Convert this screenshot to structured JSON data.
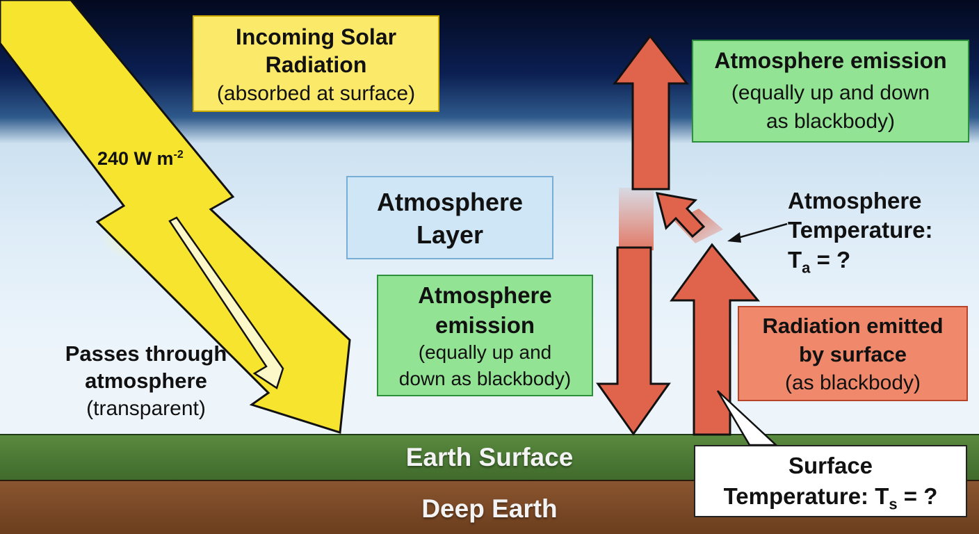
{
  "colors": {
    "solar_arrow": "#f7e42e",
    "radiation_arrow": "#e0634b",
    "earth_surface": "#4a7a34",
    "deep_earth": "#7a4a26",
    "sky_top": "#04102a"
  },
  "solar": {
    "title_line1": "Incoming Solar",
    "title_line2": "Radiation",
    "subtitle": "(absorbed at surface)",
    "flux_value": "240 W m",
    "flux_exponent": "-2"
  },
  "pass_through": {
    "line1": "Passes through",
    "line2": "atmosphere",
    "line3": "(transparent)"
  },
  "atmosphere_layer": {
    "line1": "Atmosphere",
    "line2": "Layer"
  },
  "atm_emission_lower": {
    "line1": "Atmosphere",
    "line2": "emission",
    "line3": "(equally up and",
    "line4": "down as blackbody)"
  },
  "atm_emission_upper": {
    "line1": "Atmosphere emission",
    "line2": "(equally up and down",
    "line3": "as blackbody)"
  },
  "atm_temperature": {
    "line1": "Atmosphere",
    "line2": "Temperature:",
    "symbol": "T",
    "subscript": "a",
    "suffix": " = ?"
  },
  "surface_radiation": {
    "line1": "Radiation emitted",
    "line2": "by surface",
    "line3": "(as blackbody)"
  },
  "surface_temperature": {
    "line1": "Surface",
    "prefix": "Temperature: T",
    "subscript": "s",
    "suffix": " = ?"
  },
  "ground": {
    "surface_label": "Earth Surface",
    "deep_label": "Deep Earth"
  }
}
